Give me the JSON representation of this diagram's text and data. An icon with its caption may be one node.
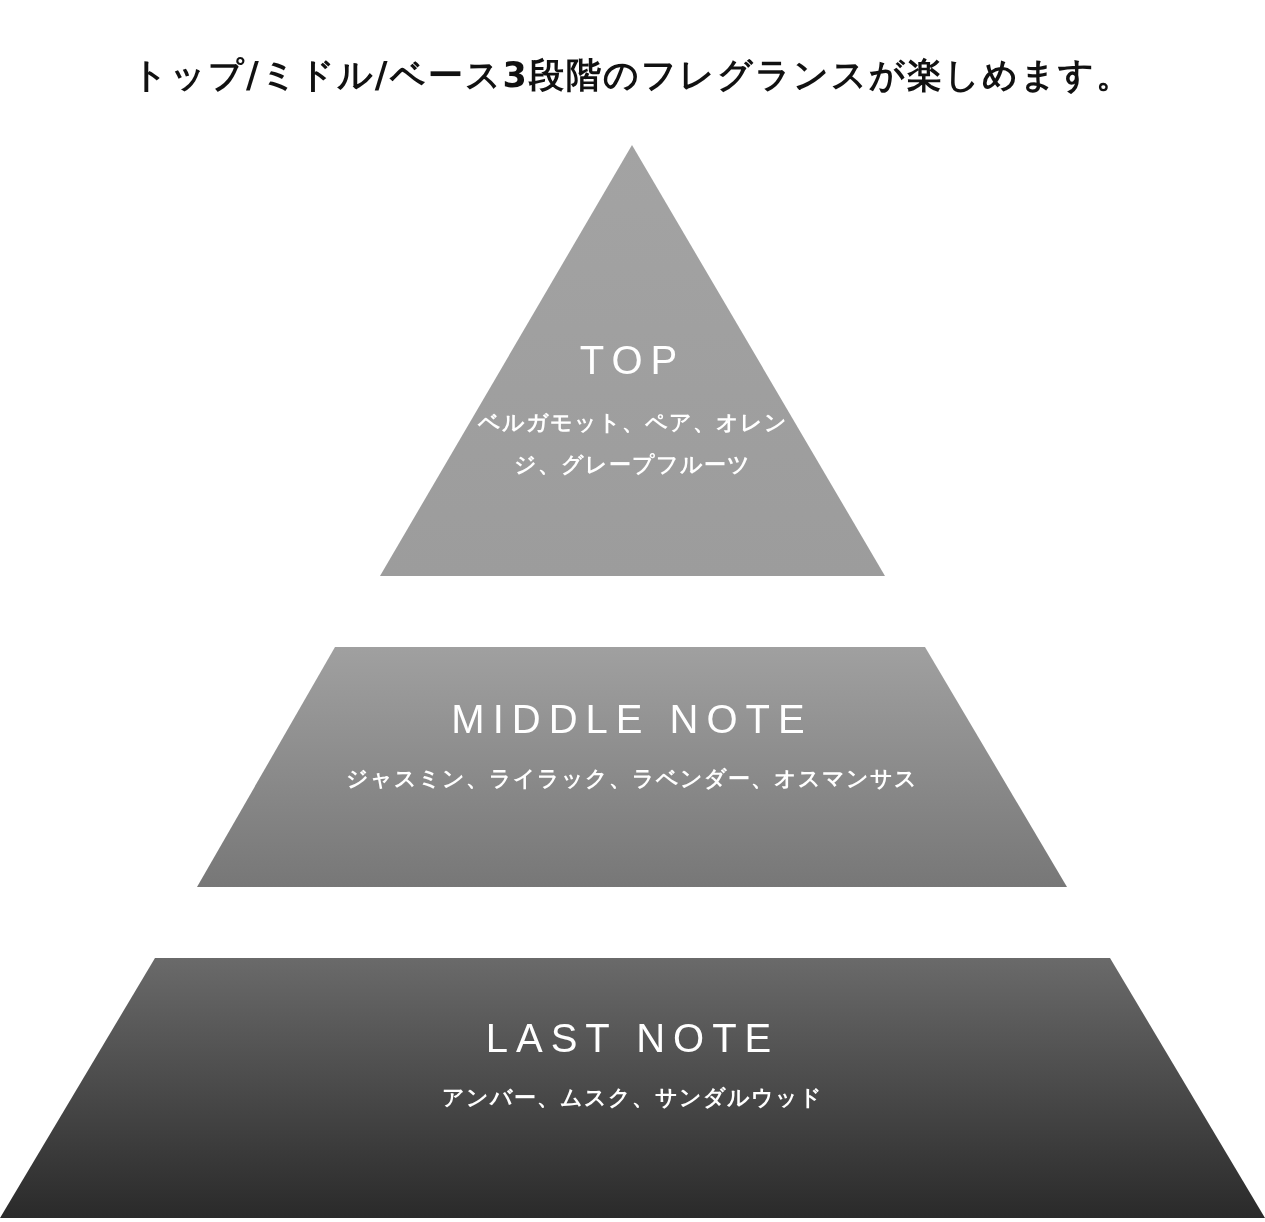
{
  "diagram": {
    "title": "トップ/ミドル/ベース3段階のフレグランスが楽しめます。",
    "nodes": [
      {
        "text": [
          "TOP",
          "ベルガモット、ペア、オレンジ、グレープフルーツ"
        ]
      },
      {
        "text": [
          "MIDDLE NOTE",
          "ジャスミン、ライラック、ラベンダー、オスマンサス"
        ]
      },
      {
        "text": [
          "LAST NOTE",
          "アンバー、ムスク、サンダルウッド"
        ]
      }
    ]
  }
}
